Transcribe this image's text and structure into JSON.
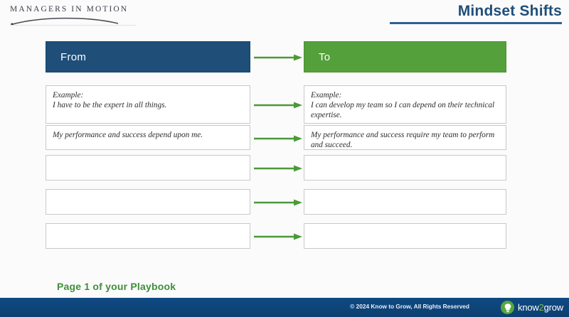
{
  "slide": {
    "brand": "MANAGERS IN MOTION",
    "title": "Mindset Shifts",
    "playbook_note": "Page 1 of your Playbook"
  },
  "colors": {
    "title_blue": "#1f4e79",
    "header_from_blue": "#1f4e79",
    "header_to_green": "#54a03a",
    "arrow_green": "#4a9a37",
    "note_green": "#3f8f3a",
    "footer_blue": "#10477e",
    "logo_green": "#5aa63c"
  },
  "table": {
    "headers": {
      "from": "From",
      "to": "To"
    },
    "rows": [
      {
        "from": "Example:\nI have to be the expert in all things.",
        "to": "Example:\nI can develop my team so I can depend on their technical expertise."
      },
      {
        "from": "My performance and success depend upon me.",
        "to": "My performance and success require my team to perform and succeed."
      },
      {
        "from": "",
        "to": ""
      },
      {
        "from": "",
        "to": ""
      },
      {
        "from": "",
        "to": ""
      }
    ]
  },
  "footer": {
    "copyright": "© 2024 Know to Grow, All Rights Reserved",
    "logo_text_pre": "know",
    "logo_text_mid": "2",
    "logo_text_post": "grow",
    "logo_icon": "lightbulb-icon"
  }
}
